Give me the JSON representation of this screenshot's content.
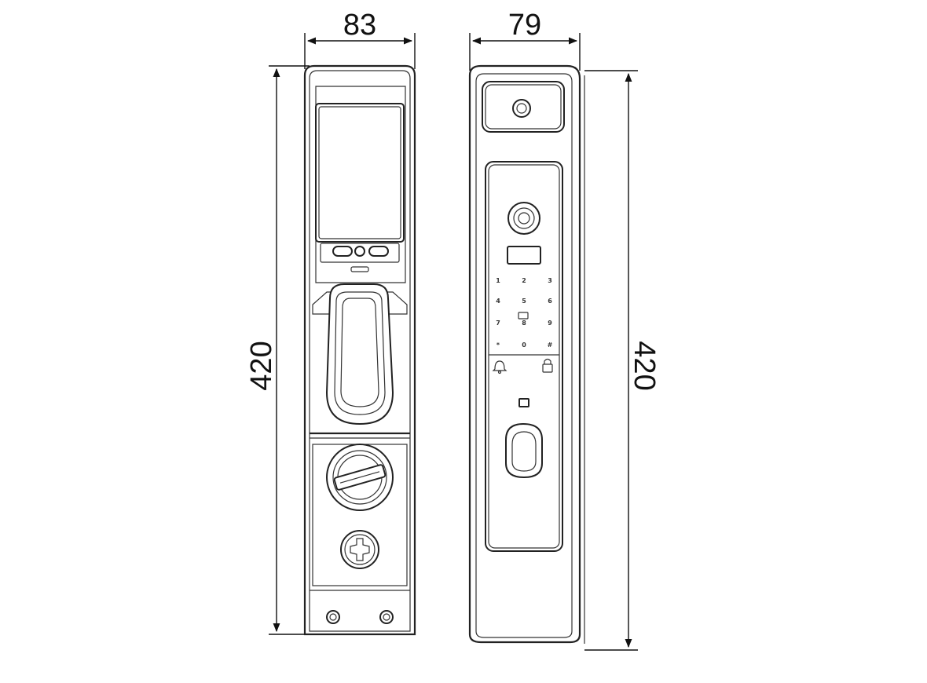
{
  "dimensions": {
    "back_width": "83",
    "back_height": "420",
    "front_width": "79",
    "front_height": "420"
  },
  "keypad": {
    "keys": [
      "1",
      "2",
      "3",
      "4",
      "5",
      "6",
      "7",
      "8",
      "9",
      "*",
      "0",
      "#"
    ]
  },
  "icons": {
    "left_key_icon": "bell-icon",
    "right_key_icon": "lock-icon"
  }
}
